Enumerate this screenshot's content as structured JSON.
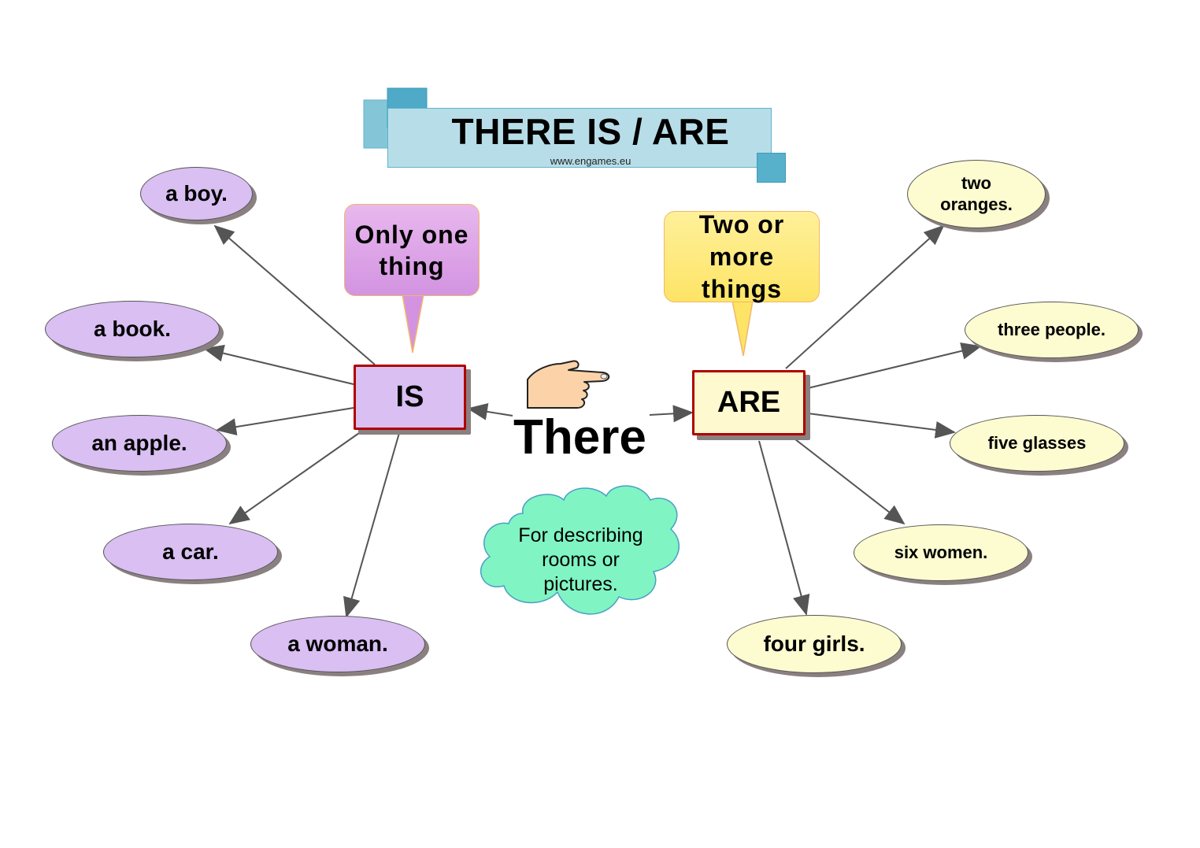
{
  "title": {
    "heading": "THERE IS / ARE",
    "website": "www.engames.eu"
  },
  "center": {
    "label": "There",
    "icon": "pointing-hand-icon"
  },
  "is_branch": {
    "label": "IS",
    "callout": "Only one thing",
    "callout_lines": [
      "Only one",
      "thing"
    ],
    "items": [
      "a boy.",
      "a book.",
      "an apple.",
      "a car.",
      "a woman."
    ]
  },
  "are_branch": {
    "label": "ARE",
    "callout": "Two or more things",
    "callout_lines": [
      "Two or",
      "more",
      "things"
    ],
    "items": [
      "two oranges.",
      "three people.",
      "five glasses",
      "six women.",
      "four girls."
    ],
    "item_lines": {
      "two_oranges": [
        "two",
        "oranges."
      ]
    }
  },
  "note": {
    "lines": [
      "For describing",
      "rooms or",
      "pictures."
    ]
  },
  "colors": {
    "is_fill": "#d9bff2",
    "are_fill": "#fdfbd0",
    "box_border": "#b00000",
    "banner_fill": "#b7dee8",
    "banner_square": "#4eaac6",
    "cloud_fill": "#7ef5c0",
    "callout_pink": "#d9a0e6",
    "callout_gold": "#fde978",
    "arrow": "#555555"
  }
}
